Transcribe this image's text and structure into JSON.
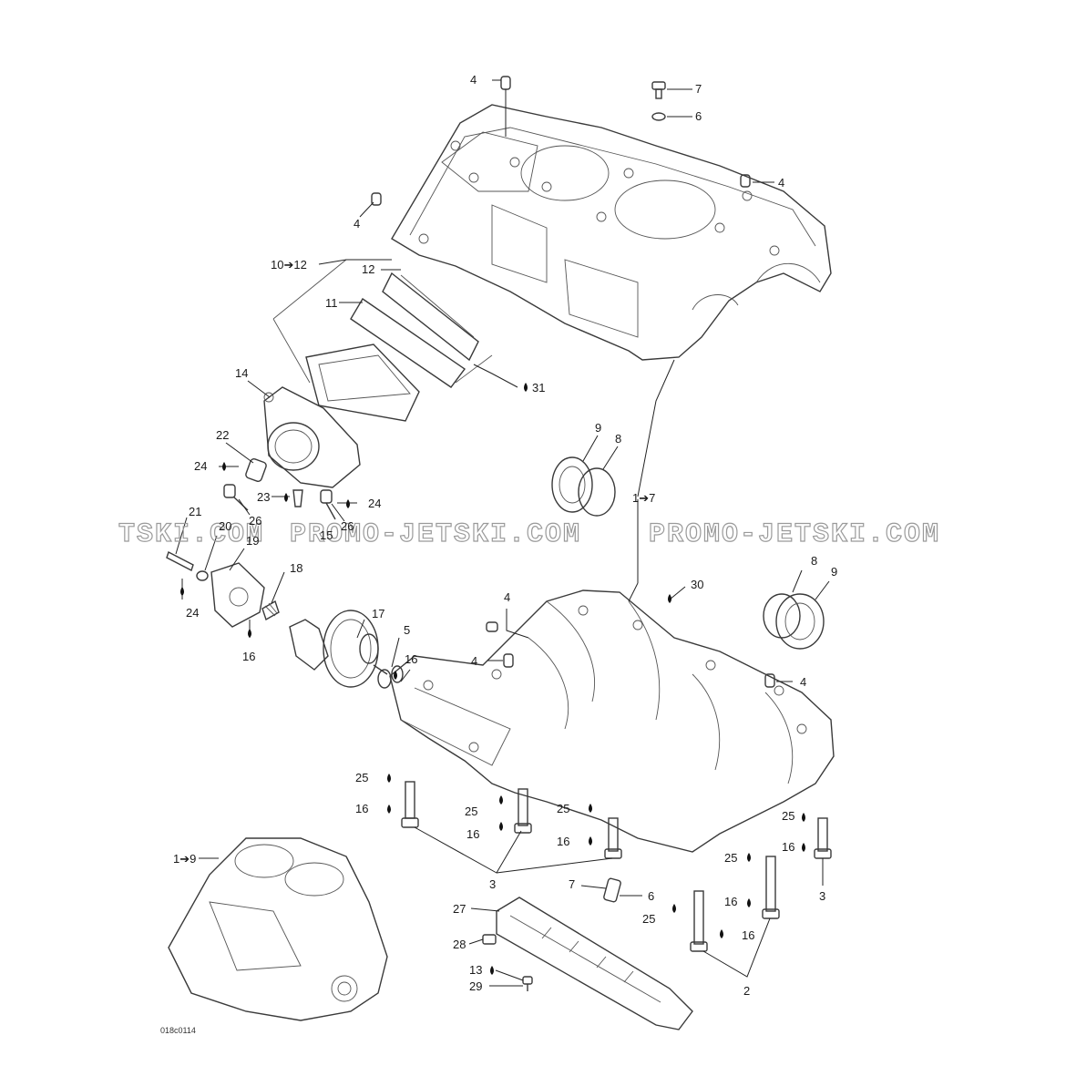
{
  "watermark": {
    "left": "TSKI.COM",
    "center": "PROMO-JETSKI.COM",
    "right": "PROMO-JETSKI.COM"
  },
  "drawing_code": "018c0114",
  "callouts": {
    "c4a": "4",
    "c7": "7",
    "c6a": "6",
    "c4b": "4",
    "c4c": "4",
    "c10_12": "10➔12",
    "c12": "12",
    "c11": "11",
    "c31": "31",
    "c14": "14",
    "c22": "22",
    "c24a": "24",
    "c23": "23",
    "c24b": "24",
    "c26a": "26",
    "c26b": "26",
    "c15": "15",
    "c9a": "9",
    "c8a": "8",
    "c1_7": "1➔7",
    "c21": "21",
    "c20": "20",
    "c19": "19",
    "c18": "18",
    "c24c": "24",
    "c16a": "16",
    "c17": "17",
    "c5": "5",
    "c16b": "16",
    "c30": "30",
    "c8b": "8",
    "c9b": "9",
    "c4d": "4",
    "c4e": "4",
    "c4f": "4",
    "c25a": "25",
    "c16c": "16",
    "c25b": "25",
    "c16d": "16",
    "c25c": "25",
    "c16e": "16",
    "c3a": "3",
    "c25d": "25",
    "c16f": "16",
    "c3b": "3",
    "c25e": "25",
    "c16g": "16",
    "c25f": "25",
    "c16h": "16",
    "c7b": "7",
    "c6b": "6",
    "c27": "27",
    "c28": "28",
    "c13": "13",
    "c29": "29",
    "c2": "2",
    "c1_9": "1➔9"
  }
}
